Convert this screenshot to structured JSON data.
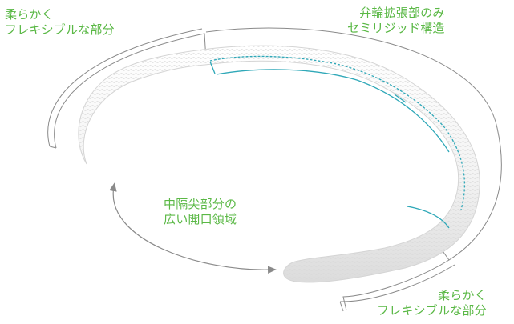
{
  "figure": {
    "accent_color": "#5ab845",
    "stitch_color": "#2fa8b8",
    "ring_color": "#f4f4f4",
    "bracket_color": "#8a8a8a",
    "arrow_color": "#8a8a8a"
  },
  "labels": {
    "flexible_left": [
      "柔らかく",
      "フレキシブルな部分"
    ],
    "semi_rigid": [
      "弁輪拡張部のみ",
      "セミリジッド構造"
    ],
    "septal_open": [
      "中隔尖部分の",
      "広い開口領域"
    ],
    "flexible_right": [
      "柔らかく",
      "フレキシブルな部分"
    ]
  }
}
